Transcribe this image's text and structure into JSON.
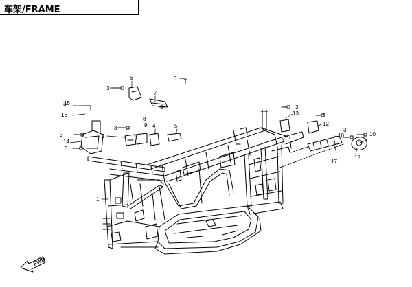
{
  "header": {
    "title": "车架/FRAME"
  },
  "direction_arrow": {
    "label": "FWD"
  },
  "callouts": [
    {
      "id": "c1",
      "label": "1"
    },
    {
      "id": "c2",
      "label": "2"
    },
    {
      "id": "c3a",
      "label": "3"
    },
    {
      "id": "c3b",
      "label": "3"
    },
    {
      "id": "c3c",
      "label": "3"
    },
    {
      "id": "c3d",
      "label": "3"
    },
    {
      "id": "c3e",
      "label": "3"
    },
    {
      "id": "c3f",
      "label": "3"
    },
    {
      "id": "c3g",
      "label": "3"
    },
    {
      "id": "c3h",
      "label": "3"
    },
    {
      "id": "c3i",
      "label": "3"
    },
    {
      "id": "c3j",
      "label": "3"
    },
    {
      "id": "c4",
      "label": "4"
    },
    {
      "id": "c5",
      "label": "5"
    },
    {
      "id": "c6",
      "label": "6"
    },
    {
      "id": "c7",
      "label": "7"
    },
    {
      "id": "c8",
      "label": "8"
    },
    {
      "id": "c9",
      "label": "9"
    },
    {
      "id": "c10a",
      "label": "10"
    },
    {
      "id": "c10b",
      "label": "10"
    },
    {
      "id": "c12",
      "label": "12"
    },
    {
      "id": "c13",
      "label": "13"
    },
    {
      "id": "c14",
      "label": "14"
    },
    {
      "id": "c15",
      "label": "15"
    },
    {
      "id": "c16",
      "label": "16"
    },
    {
      "id": "c17",
      "label": "17"
    },
    {
      "id": "c18",
      "label": "18"
    }
  ]
}
